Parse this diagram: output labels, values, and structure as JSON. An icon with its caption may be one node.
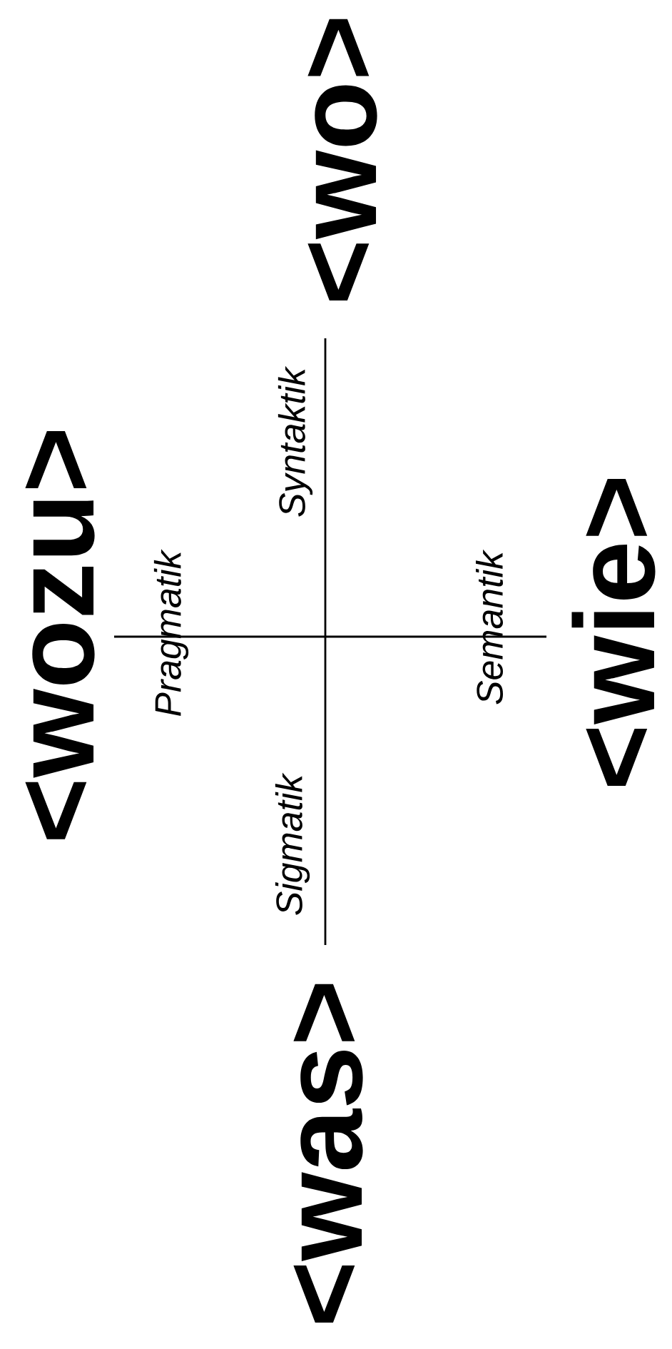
{
  "diagram": {
    "labels": [
      "<wo>",
      "<wozu>",
      "Syntaktik",
      "Pragmatik",
      "Semantik",
      "Sigmatik",
      "<wie>",
      "<was>"
    ]
  }
}
